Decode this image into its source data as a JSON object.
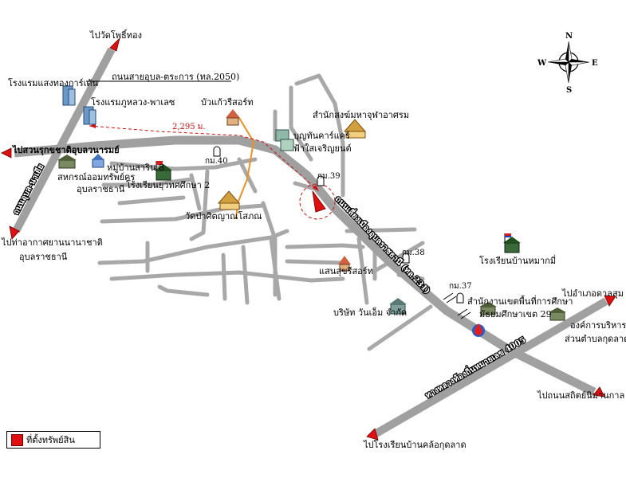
{
  "labels": {
    "wat_pho_thong": "ไปวัดโพธิ์ทอง",
    "uttayan_road": "ถนนสายอุบล-ตระการ (ทล.2050)",
    "hotel_saeng": "โรงแรมแสงทองการ์เด้น",
    "hotel_phuluang": "โรงแรมภูหลวง-พาเลซ",
    "bua_kaew": "บัวแก้วรีสอร์ท",
    "distance": "2,295 ม.",
    "samnak_song": "สำนักสงฆ์มหาจุฬาอาศรม",
    "boon_thankarn": "บุญทันคาร์แคร์",
    "fa_sai": "ฟ้าใสเจริญยนต์",
    "suan_rukkha": "ไปสวนรุกขชาติอุบลวนารมย์",
    "km40": "กม.40",
    "km39": "กม.39",
    "km38": "กม.38",
    "km37": "กม.37",
    "mooban_sarin": "หมู่บ้านสาริน 8",
    "sahakorn_1": "สหกรณ์ออมทรัพย์ครู",
    "sahakorn_2": "อุบลราชธานี",
    "school_yuwa": "โรงเรียนยุวทศศึกษา 2",
    "ubon_road": "ถนนอุบล-นาเยีย",
    "wat_pa": "วัดป่าศิตญาณโสภณ",
    "airport_1": "ไปท่าอากาศยานนานาชาติ",
    "airport_2": "อุบลราชธานี",
    "hwy_main": "ถนนเลี่ยงเมืองอุบลราชธานี (ทล.231)",
    "school_nongmek": "โรงเรียนบ้านหมากมี่",
    "saensuk": "แสนสุขรีสอร์ท",
    "office_area": "สำนักงานเขตพื้นที่การศึกษา",
    "mathayom": "มัธยมศึกษาเขต 29",
    "company": "บริษัท วันเอ็ม จำกัด",
    "to_don_kan": "ไปอำเภอดาลสุม",
    "ao_bor_1": "องค์การบริหาร",
    "ao_bor_2": "ส่วนตำบลกุดลาด",
    "rural_road": "ทางหลวงท้องถิ่นหมายเลข 4005",
    "to_sathit": "ไปถนนสถิตย์นิมานกาล",
    "to_kutlat_school": "ไปโรงเรียนบ้านคล้อกุดลาด"
  },
  "compass": {
    "n": "N",
    "s": "S",
    "e": "E",
    "w": "W"
  },
  "legend": {
    "label": "ที่ตั้งทรัพย์สิน"
  },
  "colors": {
    "road": "#a8a8a8",
    "highway": "#a0a0a0",
    "arrow": "#e01010",
    "property": "#e01010",
    "path": "#f0901e"
  }
}
